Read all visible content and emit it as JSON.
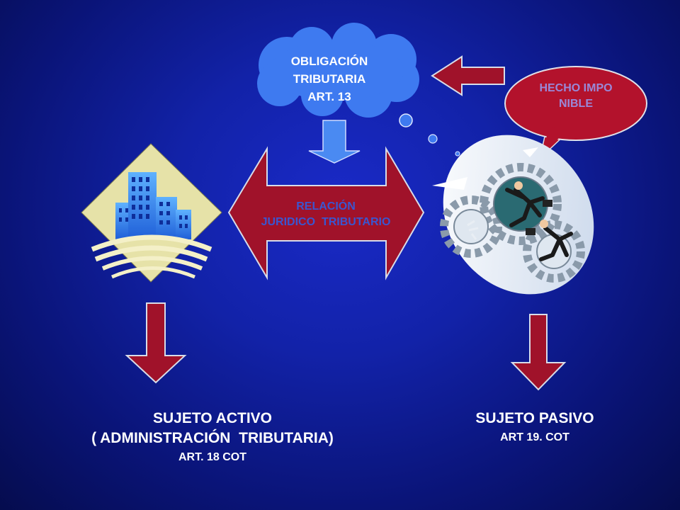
{
  "obligacion": {
    "line1": "OBLIGACIÓN",
    "line2": "TRIBUTARIA",
    "line3": "ART. 13"
  },
  "relacion": {
    "line1": "RELACIÓN",
    "line2": "JURIDICO  TRIBUTARIO"
  },
  "hecho": {
    "text": "HECHO IMPONIBLE"
  },
  "sujeto_activo": {
    "title": "SUJETO ACTIVO",
    "subtitle": "( ADMINISTRACIÓN  TRIBUTARIA)",
    "article": "ART. 18 COT"
  },
  "sujeto_pasivo": {
    "title": "SUJETO PASIVO",
    "article": "ART 19. COT"
  },
  "colors": {
    "background": "#1222a8",
    "cloud": "#3e7af0",
    "arrow_red": "#a0122a",
    "arrow_blue": "#4a8af2",
    "hecho_bubble": "#b3122c"
  },
  "icons": [
    "building-clipart",
    "businessmen-gears-clipart",
    "thought-cloud",
    "speech-bubble"
  ]
}
